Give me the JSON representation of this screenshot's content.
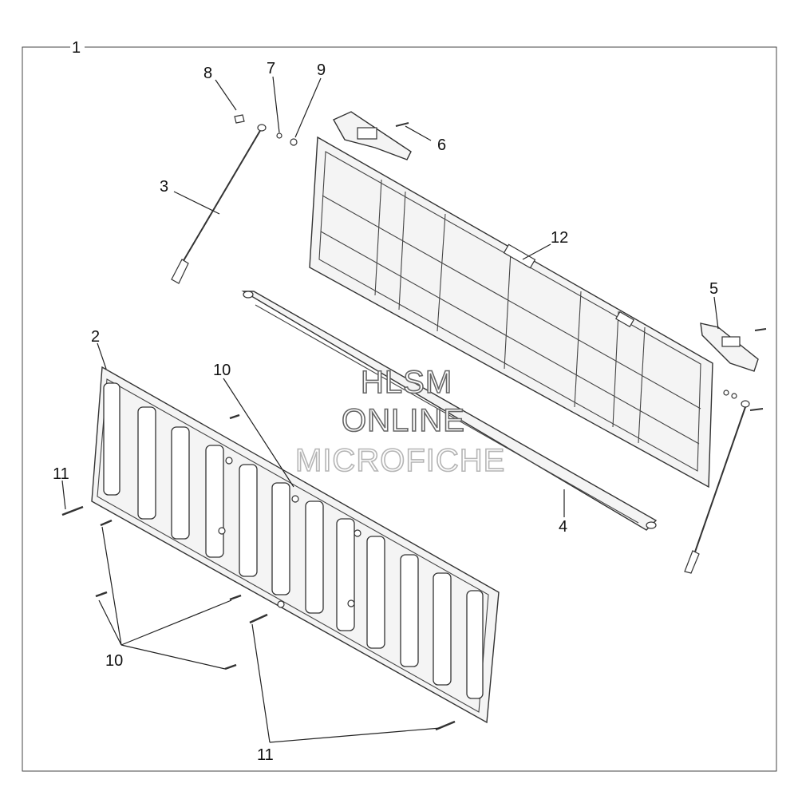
{
  "callouts": {
    "c1": "1",
    "c2": "2",
    "c3": "3",
    "c4": "4",
    "c5": "5",
    "c6": "6",
    "c7": "7",
    "c8": "8",
    "c9": "9",
    "c10a": "10",
    "c10b": "10",
    "c11a": "11",
    "c11b": "11",
    "c12": "12"
  },
  "watermark": {
    "line1": "HLSM",
    "line2": "ONLINE",
    "line3": "MICROFICHE"
  }
}
